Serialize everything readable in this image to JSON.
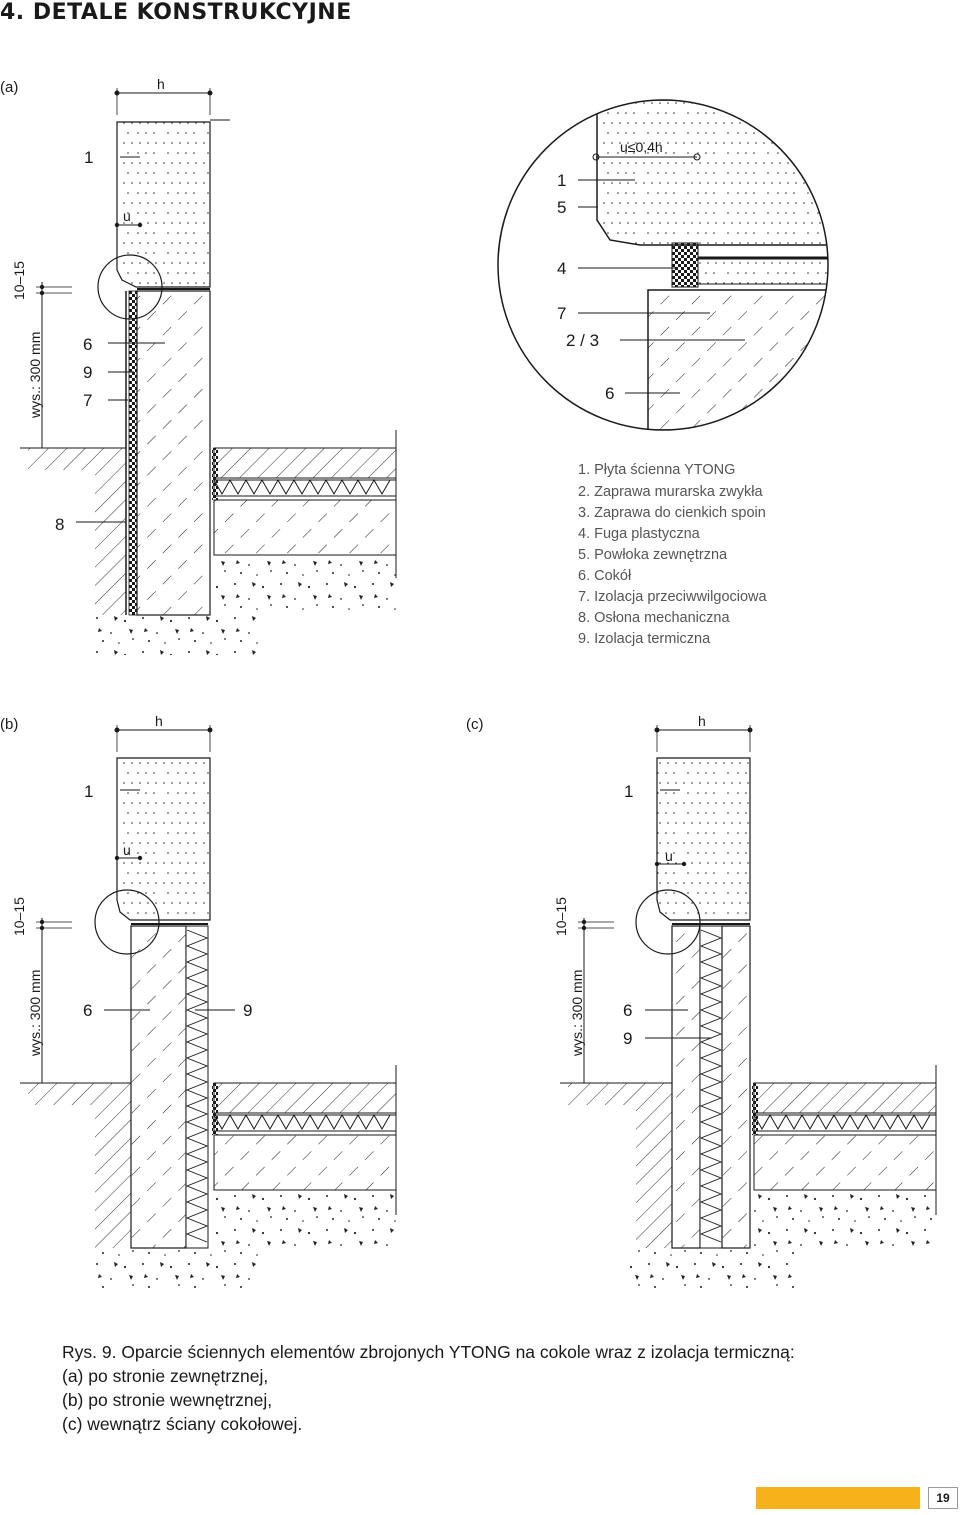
{
  "page": {
    "title": "4. DETALE KONSTRUKCYJNE",
    "number": "19"
  },
  "colors": {
    "accent": "#f7b21b",
    "ink": "#1a1a1a",
    "legend_text": "#555555"
  },
  "panels": {
    "a": {
      "tag": "(a)",
      "h": "h",
      "u": "u",
      "num_1": "1",
      "num_6": "6",
      "num_9": "9",
      "num_7": "7",
      "num_8": "8",
      "gap_dim": "10–15",
      "height_dim": "wys.: 300 mm"
    },
    "b": {
      "tag": "(b)",
      "h": "h",
      "u": "u",
      "num_1": "1",
      "num_6": "6",
      "num_9": "9",
      "gap_dim": "10–15",
      "height_dim": "wys.: 300 mm"
    },
    "c": {
      "tag": "(c)",
      "h": "h",
      "u": "u",
      "num_1": "1",
      "num_6": "6",
      "num_9": "9",
      "gap_dim": "10–15",
      "height_dim": "wys.: 300 mm"
    }
  },
  "detail": {
    "u_dim": "u≤0,4h",
    "num_1": "1",
    "num_5": "5",
    "num_4": "4",
    "num_7": "7",
    "num_23": "2 / 3",
    "num_6": "6"
  },
  "legend": [
    "1. Płyta ścienna YTONG",
    "2. Zaprawa murarska zwykła",
    "3. Zaprawa do cienkich spoin",
    "4. Fuga plastyczna",
    "5. Powłoka zewnętrzna",
    "6. Cokół",
    "7. Izolacja przeciwwilgociowa",
    "8. Osłona mechaniczna",
    "9. Izolacja termiczna"
  ],
  "caption": {
    "title": "Rys. 9. Oparcie ściennych elementów zbrojonych YTONG na cokole wraz z izolacja termiczną:",
    "a": "(a) po stronie zewnętrznej,",
    "b": "(b) po stronie wewnętrznej,",
    "c": "(c) wewnątrz ściany cokołowej."
  }
}
